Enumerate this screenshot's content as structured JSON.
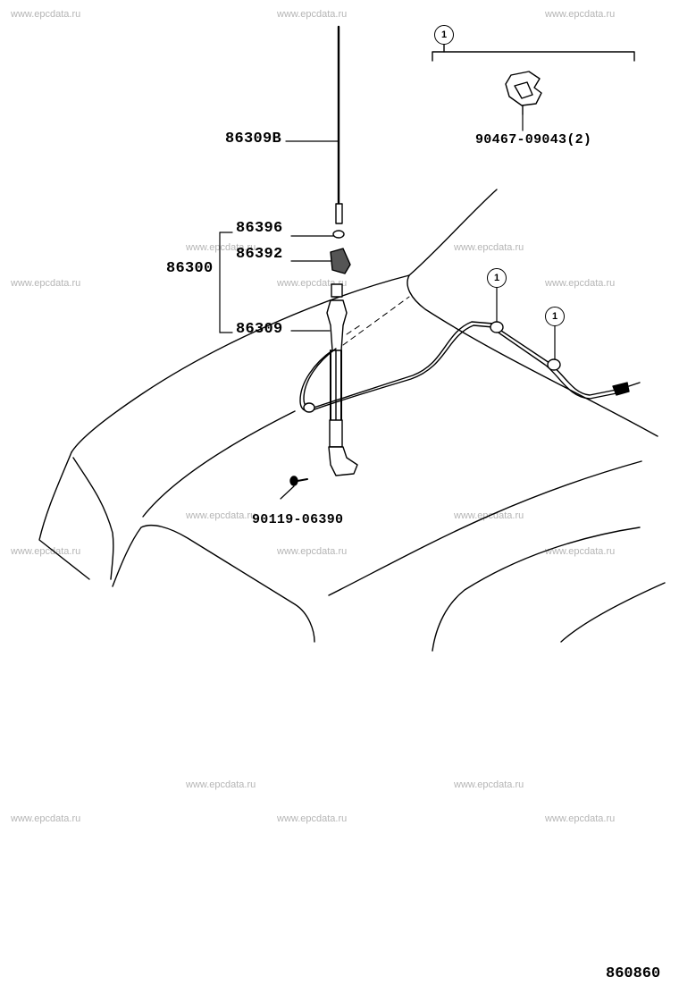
{
  "watermark_text": "www.epcdata.ru",
  "parts": {
    "p86309B": "86309B",
    "p86396": "86396",
    "p86300": "86300",
    "p86392": "86392",
    "p86309": "86309",
    "p90119": "90119-06390",
    "p90467": "90467-09043(2)"
  },
  "callout_label": "1",
  "diagram_code": "860860"
}
